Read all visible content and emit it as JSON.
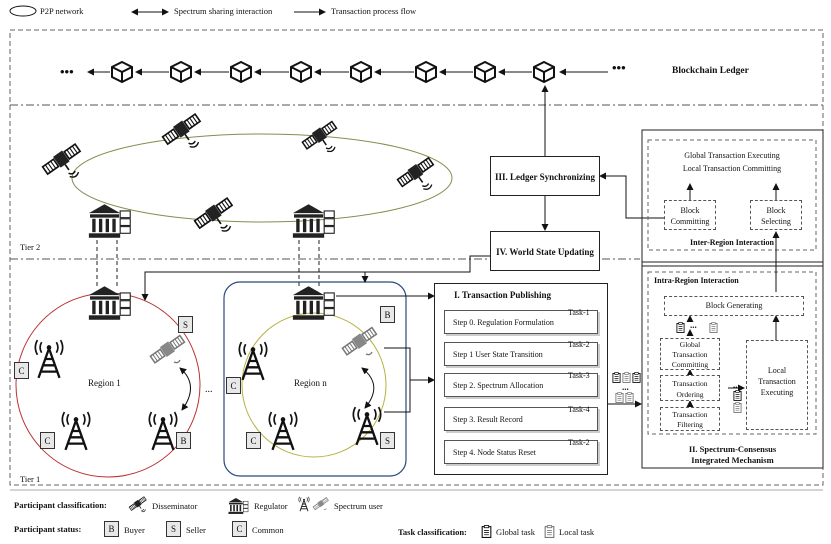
{
  "legend_top": {
    "p2p": "P2P network",
    "sharing": "Spectrum sharing interaction",
    "flow": "Transaction process flow"
  },
  "ledger": {
    "title": "Blockchain Ledger",
    "ellipsis_left": "•••",
    "ellipsis_right": "•••"
  },
  "stages": {
    "ledger_sync": "III. Ledger Synchronizing",
    "world_state": "IV. World State Updating",
    "publishing": "I. Transaction Publishing",
    "mechanism_line1": "II. Spectrum-Consensus",
    "mechanism_line2": "Integrated Mechanism"
  },
  "inter_region": {
    "title": "Inter-Region Interaction",
    "global_exec": "Global Transaction Executing",
    "local_commit": "Local Transaction Committing",
    "block_committing_1": "Block",
    "block_committing_2": "Committing",
    "block_selecting_1": "Block",
    "block_selecting_2": "Selecting"
  },
  "intra_region": {
    "title": "Intra-Region Interaction",
    "block_generating": "Block Generating",
    "gtc_1": "Global",
    "gtc_2": "Transaction",
    "gtc_3": "Committing",
    "ordering_1": "Transaction",
    "ordering_2": "Ordering",
    "filtering_1": "Transaction",
    "filtering_2": "Filtering",
    "lte_1": "Local",
    "lte_2": "Transaction",
    "lte_3": "Executing"
  },
  "steps": [
    {
      "label": "Step 0. Regulation Formulation",
      "task": "Task-1"
    },
    {
      "label": "Step 1 User State Transition",
      "task": "Task-2"
    },
    {
      "label": "Step 2. Spectrum Allocation",
      "task": "Task-3"
    },
    {
      "label": "Step 3. Result Record",
      "task": "Task-4"
    },
    {
      "label": "Step 4. Node Status Reset",
      "task": "Task-2"
    }
  ],
  "tiers": {
    "tier2": "Tier 2",
    "tier1": "Tier  1"
  },
  "regions": {
    "region1": "Region 1",
    "regionn": "Region n",
    "ellipsis": "..."
  },
  "badges": {
    "c": "C",
    "s": "S",
    "b": "B"
  },
  "legend_bottom": {
    "participant_classification": "Participant classification:",
    "disseminator": "Disseminator",
    "regulator": "Regulator",
    "spectrum_user": "Spectrum user",
    "participant_status": "Participant status:",
    "buyer": "Buyer",
    "seller": "Seller",
    "common": "Common",
    "task_classification": "Task classification:",
    "global_task": "Global task",
    "local_task": "Local task"
  }
}
